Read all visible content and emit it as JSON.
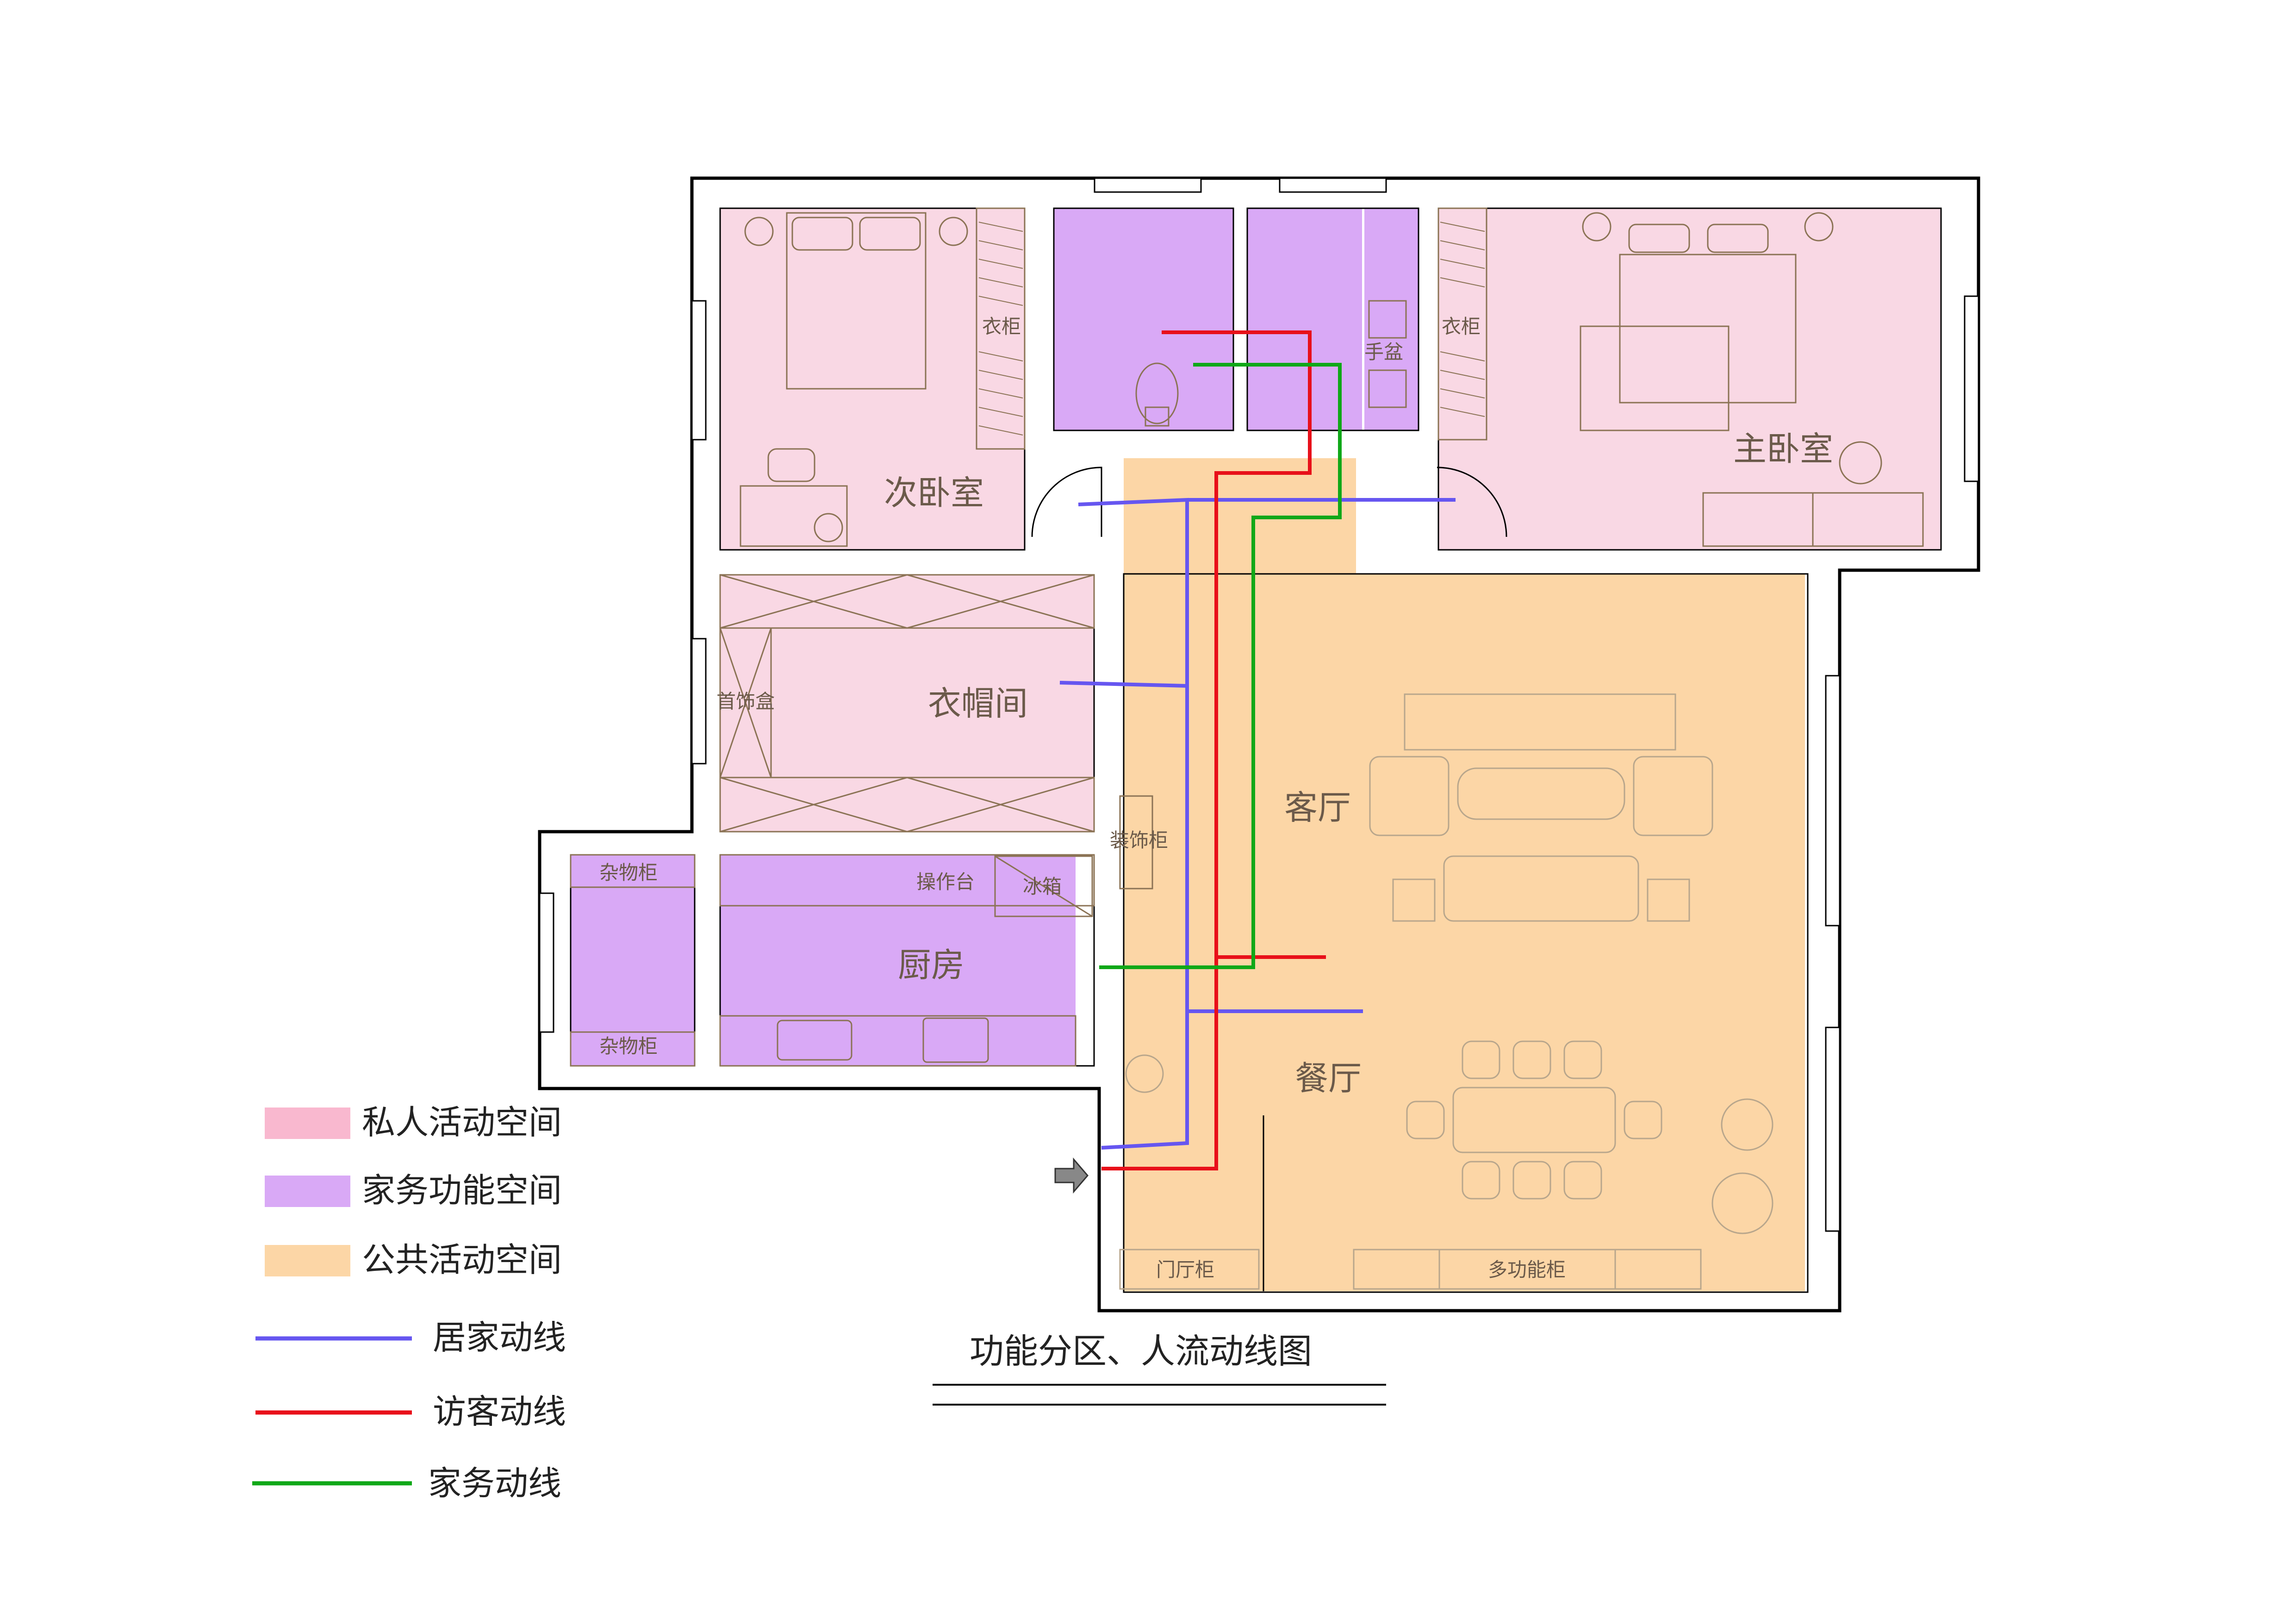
{
  "title": "功能分区、人流动线图",
  "rooms": {
    "second_bedroom": "次卧室",
    "master_bedroom": "主卧室",
    "cloakroom": "衣帽间",
    "kitchen": "厨房",
    "living_room": "客厅",
    "dining_room": "餐厅"
  },
  "furniture": {
    "wardrobe_left": "衣柜",
    "wardrobe_right": "衣柜",
    "wash_basin": "手盆",
    "jewelry_box": "首饰盒",
    "storage_cabinet_top": "杂物柜",
    "storage_cabinet_bottom": "杂物柜",
    "counter": "操作台",
    "fridge": "冰箱",
    "decor_cabinet": "装饰柜",
    "entry_cabinet": "门厅柜",
    "multi_cabinet": "多功能柜"
  },
  "legend": {
    "zones": [
      {
        "label": "私人活动空间",
        "color": "#f9b8cf"
      },
      {
        "label": "家务功能空间",
        "color": "#d9a9f6"
      },
      {
        "label": "公共活动空间",
        "color": "#fcd6a6"
      }
    ],
    "lines": [
      {
        "label": "居家动线",
        "color": "#6656f0"
      },
      {
        "label": "访客动线",
        "color": "#e8101a"
      },
      {
        "label": "家务动线",
        "color": "#10a818"
      }
    ]
  },
  "colors": {
    "private_zone": "#f9d8e4",
    "service_zone": "#d9a9f6",
    "public_zone": "#fcd6a6",
    "resident_line": "#6656f0",
    "visitor_line": "#e8101a",
    "housework_line": "#10a818"
  }
}
